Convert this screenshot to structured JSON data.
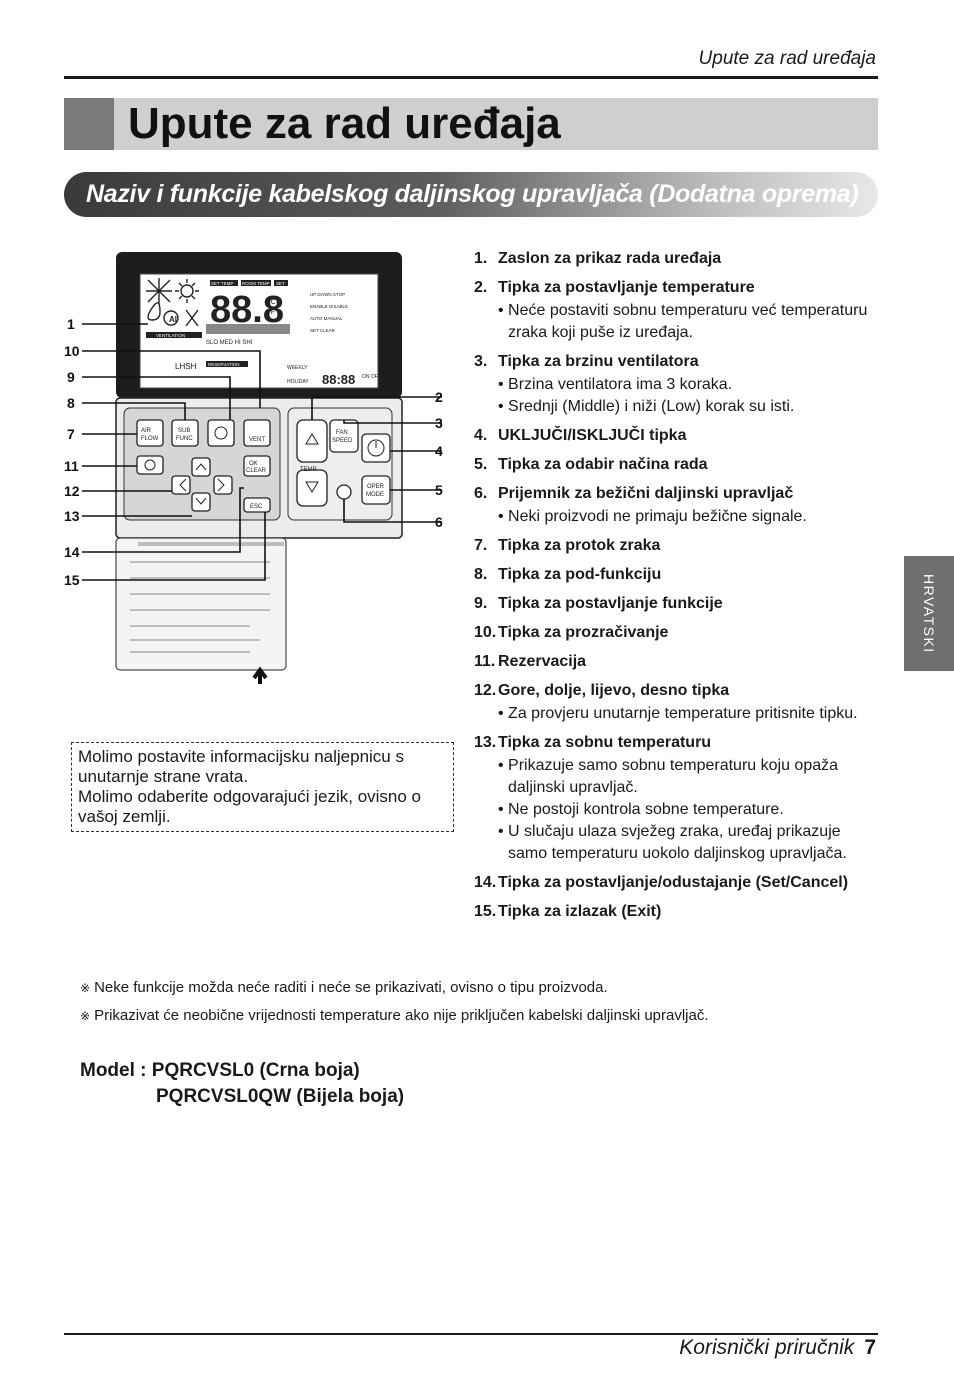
{
  "header": {
    "running_title": "Upute za rad uređaja"
  },
  "title": "Upute za rad uređaja",
  "section": "Naziv i funkcije kabelskog daljinskog upravljača (Dodatna oprema)",
  "items": [
    {
      "num": "1.",
      "label": "Zaslon za prikaz rada uređaja",
      "notes": []
    },
    {
      "num": "2.",
      "label": "Tipka za postavljanje temperature",
      "notes": [
        "• Neće postaviti sobnu temperaturu već temperaturu zraka koji puše iz uređaja."
      ]
    },
    {
      "num": "3.",
      "label": "Tipka za brzinu ventilatora",
      "notes": [
        "• Brzina ventilatora ima 3 koraka.",
        "• Srednji (Middle) i niži (Low) korak su isti."
      ]
    },
    {
      "num": "4.",
      "label": "UKLJUČI/ISKLJUČI tipka",
      "notes": []
    },
    {
      "num": "5.",
      "label": "Tipka za odabir načina rada",
      "notes": []
    },
    {
      "num": "6.",
      "label": "Prijemnik za bežični daljinski upravljač",
      "notes": [
        "• Neki proizvodi ne primaju bežične signale."
      ]
    },
    {
      "num": "7.",
      "label": "Tipka za protok zraka",
      "notes": []
    },
    {
      "num": "8.",
      "label": "Tipka za pod-funkciju",
      "notes": []
    },
    {
      "num": "9.",
      "label": "Tipka za postavljanje funkcije",
      "notes": []
    },
    {
      "num": "10.",
      "label": "Tipka za prozračivanje",
      "notes": []
    },
    {
      "num": "11.",
      "label": "Rezervacija",
      "notes": []
    },
    {
      "num": "12.",
      "label": "Gore, dolje, lijevo, desno tipka",
      "notes": [
        "• Za provjeru unutarnje temperature pritisnite tipku."
      ]
    },
    {
      "num": "13.",
      "label": "Tipka za sobnu temperaturu",
      "notes": [
        "• Prikazuje samo sobnu temperaturu koju opaža daljinski upravljač.",
        "• Ne postoji kontrola sobne temperature.",
        "• U slučaju ulaza svježeg zraka, uređaj prikazuje samo temperaturu uokolo daljinskog upravljača."
      ]
    },
    {
      "num": "14.",
      "label": "Tipka za postavljanje/odustajanje (Set/Cancel)",
      "notes": []
    },
    {
      "num": "15.",
      "label": "Tipka za izlazak (Exit)",
      "notes": []
    }
  ],
  "callout": [
    "Molimo postavite informacijsku naljepnicu s unutarnje strane vrata.",
    "Molimo odaberite odgovarajući jezik, ovisno o vašoj zemlji."
  ],
  "footnotes": [
    "Neke funkcije možda neće raditi i neće se prikazivati, ovisno o tipu proizvoda.",
    "Prikazivat će neobične vrijednosti temperature ako nije priključen kabelski daljinski upravljač."
  ],
  "footnote_symbol": "※",
  "model": {
    "prefix": "Model :",
    "line1": "PQRCVSL0 (Crna boja)",
    "line2": "PQRCVSL0QW (Bijela boja)"
  },
  "side_tab": "HRVATSKI",
  "footer": {
    "label": "Korisnički priručnik",
    "page": "7"
  },
  "device": {
    "left_callouts": [
      "1",
      "10",
      "9",
      "8",
      "7",
      "11",
      "12",
      "13",
      "14",
      "15"
    ],
    "right_callouts": [
      "2",
      "3",
      "4",
      "5",
      "6"
    ],
    "buttons": {
      "air_flow": "AIR FLOW",
      "sub_func": "SUB FUNC",
      "vent": "VENT",
      "ok_clear": "OK CLEAR",
      "esc": "ESC",
      "fan_speed": "FAN SPEED",
      "temp": "TEMP",
      "oper_mode": "OPER MODE"
    },
    "lcd_text": {
      "digits": "88.8",
      "set_temp": "SET TEMP",
      "room_temp": "ROOM TEMP",
      "set": "SET",
      "up_down_stop": "UP DOWN STOP",
      "enable_disable": "ENABLE DISABLE",
      "auto_manual": "AUTO MANUAL",
      "set_clear": "SET CLEAR",
      "ventilation": "VENTILATION",
      "reservation": "RESERVATION",
      "speed_levels": "SLO  MED  HI  SHI",
      "lhsh": "LHSH",
      "weekly": "WEEKLY",
      "holiday": "HOLIDAY",
      "clock": "88:88",
      "on_off": "ON OFF"
    }
  }
}
